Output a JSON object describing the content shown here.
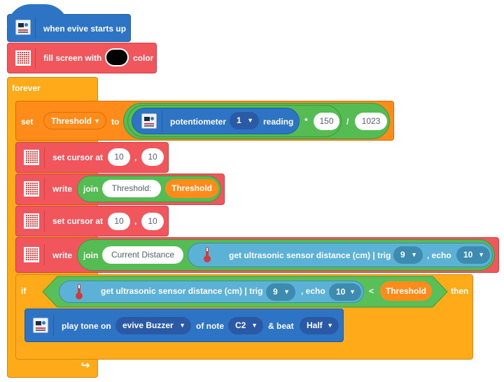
{
  "hat": {
    "label": "when evive starts up"
  },
  "fill_screen": {
    "label_before": "fill screen with",
    "label_after": "color",
    "color": "#000000"
  },
  "forever": {
    "label": "forever",
    "loop_icon": "loop-arrow-icon"
  },
  "set_var": {
    "set_label": "set",
    "variable": "Threshold",
    "to_label": "to",
    "reporter_label": "potentiometer",
    "pot_number": "1",
    "reading_label": "reading",
    "multiply_op": "*",
    "multiply_value": "150",
    "divide_op": "/",
    "divide_value": "1023"
  },
  "cursor1": {
    "label": "set cursor at",
    "x": "10",
    "comma": ",",
    "y": "10"
  },
  "write1": {
    "label": "write",
    "join_label": "join",
    "text": "Threshold:",
    "var": "Threshold"
  },
  "cursor2": {
    "label": "set cursor at",
    "x": "10",
    "comma": ",",
    "y": "10"
  },
  "write2": {
    "label": "write",
    "join_label": "join",
    "text": "Current Distance",
    "sensor_label": "get ultrasonic sensor distance (cm) | trig",
    "trig": "9",
    "echo_label": ", echo",
    "echo": "10"
  },
  "if_block": {
    "if_label": "if",
    "sensor_label": "get ultrasonic sensor distance (cm) | trig",
    "trig": "9",
    "echo_label": ", echo",
    "echo": "10",
    "compare_op": "<",
    "var": "Threshold",
    "then_label": "then"
  },
  "play_tone": {
    "label": "play tone on",
    "buzzer": "evive Buzzer",
    "note_label": "of note",
    "note": "C2",
    "beat_label": "& beat",
    "beat": "Half"
  },
  "colors": {
    "events_blue": "#2d74c5",
    "display_red": "#f0565c",
    "control_orange": "#ffab19",
    "variable_orange": "#ff8c1a",
    "operator_green": "#59c059",
    "sensor_blue": "#5cb1d6",
    "dropdown_blue": "#2a5aa6"
  }
}
